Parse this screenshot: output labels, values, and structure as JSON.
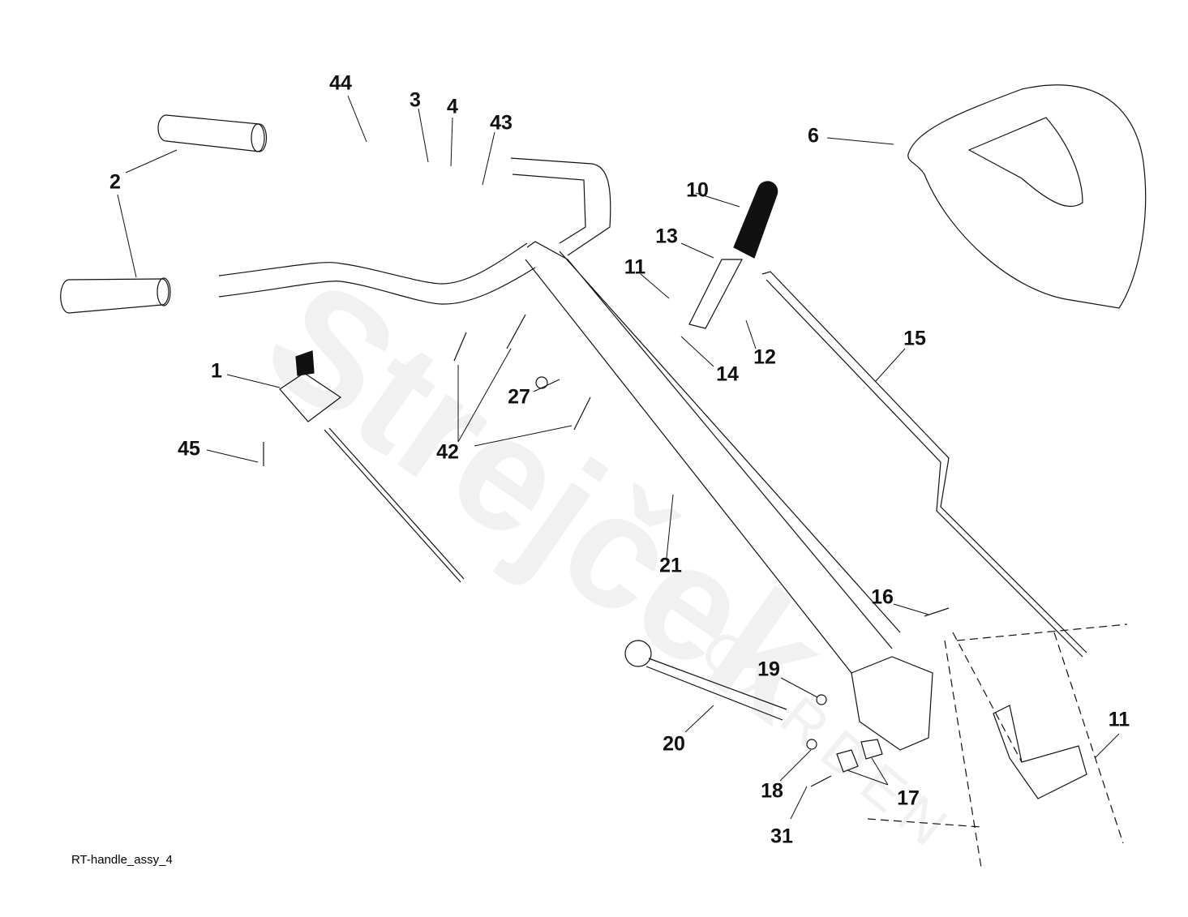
{
  "diagram": {
    "caption": "RT-handle_assy_4",
    "watermark": {
      "brand": "Strejček",
      "sub": "GARDEN"
    },
    "callouts": [
      {
        "id": "44",
        "label": "44"
      },
      {
        "id": "3",
        "label": "3"
      },
      {
        "id": "4",
        "label": "4"
      },
      {
        "id": "43",
        "label": "43"
      },
      {
        "id": "2",
        "label": "2"
      },
      {
        "id": "6",
        "label": "6"
      },
      {
        "id": "10",
        "label": "10"
      },
      {
        "id": "13",
        "label": "13"
      },
      {
        "id": "11a",
        "label": "11"
      },
      {
        "id": "12",
        "label": "12"
      },
      {
        "id": "14",
        "label": "14"
      },
      {
        "id": "15",
        "label": "15"
      },
      {
        "id": "1",
        "label": "1"
      },
      {
        "id": "27",
        "label": "27"
      },
      {
        "id": "42",
        "label": "42"
      },
      {
        "id": "45",
        "label": "45"
      },
      {
        "id": "21",
        "label": "21"
      },
      {
        "id": "16",
        "label": "16"
      },
      {
        "id": "19",
        "label": "19"
      },
      {
        "id": "20",
        "label": "20"
      },
      {
        "id": "11b",
        "label": "11"
      },
      {
        "id": "18",
        "label": "18"
      },
      {
        "id": "17",
        "label": "17"
      },
      {
        "id": "31",
        "label": "31"
      }
    ]
  }
}
